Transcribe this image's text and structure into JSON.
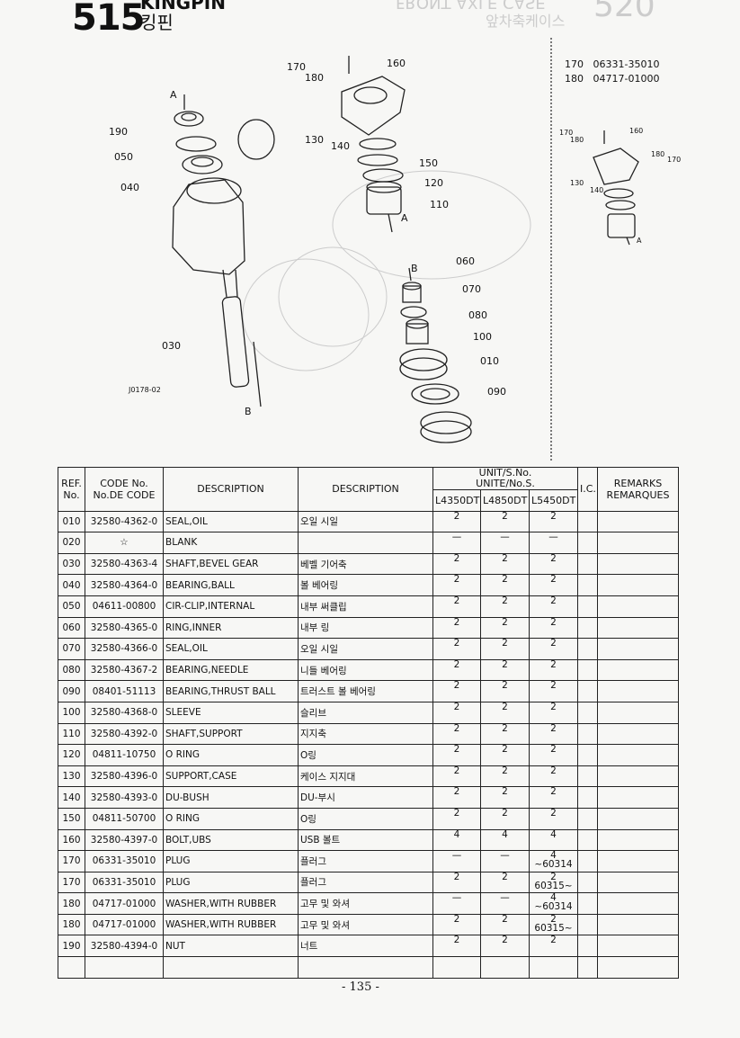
{
  "header": {
    "number": "515",
    "title_en": "KINGPIN",
    "title_ko": "킹핀"
  },
  "ghost_header": {
    "number": "520",
    "title_en": "FRONT AXLE CASE",
    "title_ko": "앞차축케이스"
  },
  "legend": [
    "170   06331-35010",
    "180   04717-01000"
  ],
  "diagram_labels": {
    "main": [
      "190",
      "050",
      "040",
      "030",
      "J0178-02",
      "170",
      "180",
      "160",
      "130",
      "140",
      "150",
      "120",
      "110",
      "060",
      "070",
      "080",
      "100",
      "010",
      "090",
      "A",
      "A",
      "B",
      "B"
    ],
    "inset": [
      "170",
      "180",
      "160",
      "180",
      "170",
      "130",
      "140",
      "A"
    ]
  },
  "table": {
    "headers": {
      "ref": "REF.\nNo.",
      "code": "CODE No.\nNo.DE CODE",
      "desc_en": "DESCRIPTION",
      "desc_ko": "DESCRIPTION",
      "unit": "UNIT/S.No.\nUNITE/No.S.",
      "models": [
        "L4350DT",
        "L4850DT",
        "L5450DT"
      ],
      "ic": "I.C.",
      "remarks": "REMARKS\nREMARQUES"
    },
    "rows": [
      {
        "ref": "010",
        "code": "32580-4362-0",
        "desc": "SEAL,OIL",
        "ko": "오일 시일",
        "q": [
          "2",
          "2",
          "2"
        ]
      },
      {
        "ref": "020",
        "code": "☆",
        "desc": "BLANK",
        "ko": "",
        "q": [
          "—",
          "—",
          "—"
        ]
      },
      {
        "ref": "030",
        "code": "32580-4363-4",
        "desc": "SHAFT,BEVEL GEAR",
        "ko": "베벨 기어축",
        "q": [
          "2",
          "2",
          "2"
        ]
      },
      {
        "ref": "040",
        "code": "32580-4364-0",
        "desc": "BEARING,BALL",
        "ko": "볼 베어링",
        "q": [
          "2",
          "2",
          "2"
        ]
      },
      {
        "ref": "050",
        "code": "04611-00800",
        "desc": "CIR-CLIP,INTERNAL",
        "ko": "내부 써클립",
        "q": [
          "2",
          "2",
          "2"
        ]
      },
      {
        "ref": "060",
        "code": "32580-4365-0",
        "desc": "RING,INNER",
        "ko": "내부 링",
        "q": [
          "2",
          "2",
          "2"
        ]
      },
      {
        "ref": "070",
        "code": "32580-4366-0",
        "desc": "SEAL,OIL",
        "ko": "오일 시일",
        "q": [
          "2",
          "2",
          "2"
        ]
      },
      {
        "ref": "080",
        "code": "32580-4367-2",
        "desc": "BEARING,NEEDLE",
        "ko": "니들 베어링",
        "q": [
          "2",
          "2",
          "2"
        ]
      },
      {
        "ref": "090",
        "code": "08401-51113",
        "desc": "BEARING,THRUST BALL",
        "ko": "트러스트 볼 베어링",
        "q": [
          "2",
          "2",
          "2"
        ]
      },
      {
        "ref": "100",
        "code": "32580-4368-0",
        "desc": "SLEEVE",
        "ko": "슬리브",
        "q": [
          "2",
          "2",
          "2"
        ]
      },
      {
        "ref": "110",
        "code": "32580-4392-0",
        "desc": "SHAFT,SUPPORT",
        "ko": "지지축",
        "q": [
          "2",
          "2",
          "2"
        ]
      },
      {
        "ref": "120",
        "code": "04811-10750",
        "desc": "O RING",
        "ko": "O링",
        "q": [
          "2",
          "2",
          "2"
        ]
      },
      {
        "ref": "130",
        "code": "32580-4396-0",
        "desc": "SUPPORT,CASE",
        "ko": "케이스 지지대",
        "q": [
          "2",
          "2",
          "2"
        ]
      },
      {
        "ref": "140",
        "code": "32580-4393-0",
        "desc": "DU-BUSH",
        "ko": "DU-부시",
        "q": [
          "2",
          "2",
          "2"
        ]
      },
      {
        "ref": "150",
        "code": "04811-50700",
        "desc": "O RING",
        "ko": "O링",
        "q": [
          "2",
          "2",
          "2"
        ]
      },
      {
        "ref": "160",
        "code": "32580-4397-0",
        "desc": "BOLT,UBS",
        "ko": "USB 볼트",
        "q": [
          "4",
          "4",
          "4"
        ]
      },
      {
        "ref": "170",
        "code": "06331-35010",
        "desc": "PLUG",
        "ko": "플러그",
        "q": [
          "—",
          "—",
          "4\n~60314"
        ]
      },
      {
        "ref": "170",
        "code": "06331-35010",
        "desc": "PLUG",
        "ko": "플러그",
        "q": [
          "2",
          "2",
          "2\n60315~"
        ]
      },
      {
        "ref": "180",
        "code": "04717-01000",
        "desc": "WASHER,WITH RUBBER",
        "ko": "고무 및 와셔",
        "q": [
          "—",
          "—",
          "4\n~60314"
        ]
      },
      {
        "ref": "180",
        "code": "04717-01000",
        "desc": "WASHER,WITH RUBBER",
        "ko": "고무 및 와셔",
        "q": [
          "2",
          "2",
          "2\n60315~"
        ]
      },
      {
        "ref": "190",
        "code": "32580-4394-0",
        "desc": "NUT",
        "ko": "너트",
        "q": [
          "2",
          "2",
          "2"
        ]
      },
      {
        "ref": "",
        "code": "",
        "desc": "",
        "ko": "",
        "q": [
          "",
          "",
          ""
        ]
      }
    ]
  },
  "footer": {
    "page": "- 135 -"
  }
}
